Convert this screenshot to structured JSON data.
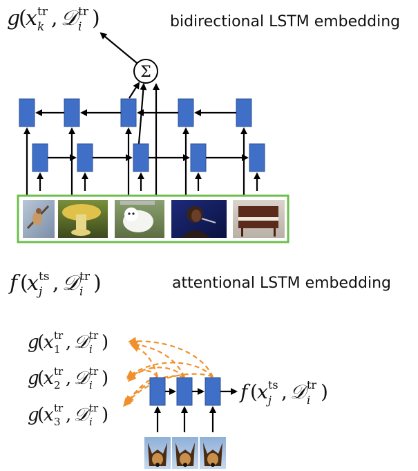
{
  "top": {
    "formula": {
      "fn": "g",
      "x": "x",
      "x_sup": "tr",
      "x_sub": "k",
      "D": "𝒟",
      "D_sup": "tr",
      "D_sub": "i"
    },
    "caption": "bidirectional LSTM embedding",
    "sum_symbol": "Σ",
    "images": [
      "bird",
      "mushroom",
      "white dog",
      "singer",
      "piano"
    ]
  },
  "bottom": {
    "formula": {
      "fn": "f",
      "x": "x",
      "x_sup": "ts",
      "x_sub": "j",
      "D": "𝒟",
      "D_sup": "tr",
      "D_sub": "i"
    },
    "caption": "attentional LSTM embedding",
    "support_items": [
      {
        "fn": "g",
        "x_sup": "tr",
        "x_sub": "1",
        "D_sup": "tr",
        "D_sub": "i"
      },
      {
        "fn": "g",
        "x_sup": "tr",
        "x_sub": "2",
        "D_sup": "tr",
        "D_sub": "i"
      },
      {
        "fn": "g",
        "x_sup": "tr",
        "x_sub": "3",
        "D_sup": "tr",
        "D_sub": "i"
      }
    ],
    "output_formula": {
      "fn": "f",
      "x_sup": "ts",
      "x_sub": "j",
      "D_sup": "tr",
      "D_sub": "i"
    },
    "images": [
      "german shepherd",
      "german shepherd",
      "german shepherd"
    ]
  },
  "colors": {
    "lstm_block": "#3f6fc6",
    "support_border": "#6cbf4a",
    "attention_arrow": "#f0902a"
  }
}
